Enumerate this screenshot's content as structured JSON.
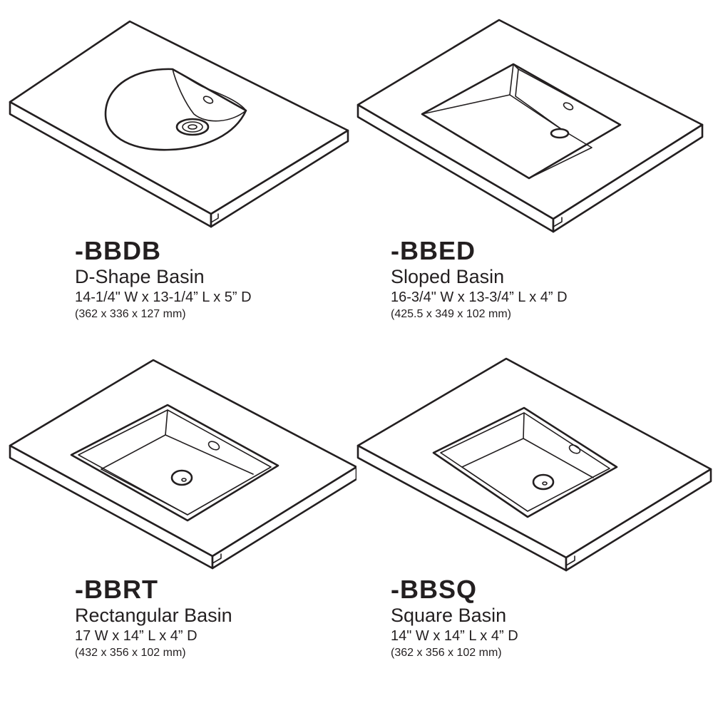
{
  "products": [
    {
      "code": "-BBDB",
      "name": "D-Shape Basin",
      "dimensions_imperial": "14-1/4\" W x 13-1/4” L x 5” D",
      "dimensions_metric": "(362 x 336 x 127 mm)",
      "illustration": "d-shape-basin-vanity-top"
    },
    {
      "code": "-BBED",
      "name": "Sloped Basin",
      "dimensions_imperial": "16-3/4\" W x 13-3/4” L x 4” D",
      "dimensions_metric": "(425.5 x 349 x 102 mm)",
      "illustration": "sloped-basin-vanity-top"
    },
    {
      "code": "-BBRT",
      "name": "Rectangular Basin",
      "dimensions_imperial": "17 W x 14” L x 4” D",
      "dimensions_metric": "(432 x 356 x 102 mm)",
      "illustration": "rectangular-basin-vanity-top"
    },
    {
      "code": "-BBSQ",
      "name": "Square Basin",
      "dimensions_imperial": "14\" W x 14” L x 4” D",
      "dimensions_metric": "(362 x 356 x 102 mm)",
      "illustration": "square-basin-vanity-top"
    }
  ],
  "colors": {
    "line": "#231f20",
    "background": "#ffffff"
  }
}
